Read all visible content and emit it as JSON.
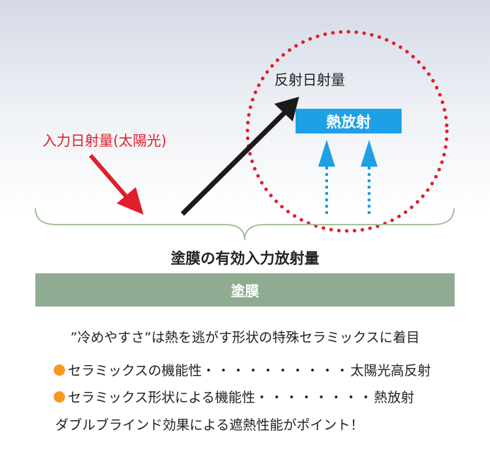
{
  "diagram": {
    "reflected_label": "反射日射量",
    "incident_label": "入力日射量(太陽光)",
    "heat_radiation_label": "熱放射",
    "effective_label": "塗膜の有効入力放射量",
    "film_label": "塗膜"
  },
  "text": {
    "headline": "”冷めやすさ”は熱を逃がす形状の特殊セラミックスに着目",
    "bullets": [
      {
        "left": "セラミックスの機能性",
        "leader": "・・・・・・・・・・",
        "right": "太陽光高反射"
      },
      {
        "left": "セラミックス形状による機能性",
        "leader": "・・・・・・・・",
        "right": "熱放射"
      }
    ],
    "footer": "ダブルブラインド効果による遮熱性能がポイント！"
  },
  "colors": {
    "incident_arrow": "#e01e2c",
    "reflected_arrow": "#1a1a1a",
    "circle": "#e01e2c",
    "heat_box": "#1ea0e6",
    "heat_arrows": "#1ea0e6",
    "film": "#8fab91",
    "bracket": "#a8c0a0",
    "bullet": "#f39a1d"
  }
}
